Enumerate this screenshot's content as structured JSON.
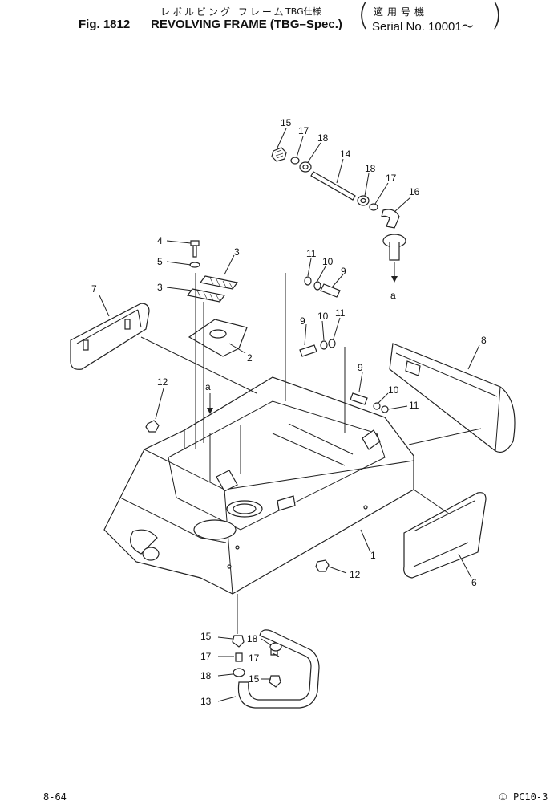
{
  "header": {
    "jp_title": "レボルビング フレーム",
    "jp_spec": "TBG仕様",
    "jp_serial": "適用号機",
    "fig_number": "Fig. 1812",
    "title": "REVOLVING FRAME (TBG–Spec.)",
    "serial": "Serial No. 10001～"
  },
  "footer": {
    "page_number": "8-64",
    "page_code": "① PC10-3"
  },
  "callouts": {
    "c15a": "15",
    "c17a": "17",
    "c18a": "18",
    "c14": "14",
    "c18b": "18",
    "c17b": "17",
    "c16": "16",
    "ca_top": "a",
    "c4": "4",
    "c5": "5",
    "c3a": "3",
    "c3b": "3",
    "c2": "2",
    "c7": "7",
    "c11a": "11",
    "c10a": "10",
    "c9a": "9",
    "c9b": "9",
    "c10b": "10",
    "c11b": "11",
    "c8": "8",
    "c9c": "9",
    "c10c": "10",
    "c11c": "11",
    "c12a": "12",
    "ca_mid": "a",
    "c1": "1",
    "c12b": "12",
    "c6": "6",
    "c15b": "15",
    "c18c": "18",
    "c17c": "17",
    "c17d": "17",
    "c18d": "18",
    "c15c": "15",
    "c13": "13"
  }
}
